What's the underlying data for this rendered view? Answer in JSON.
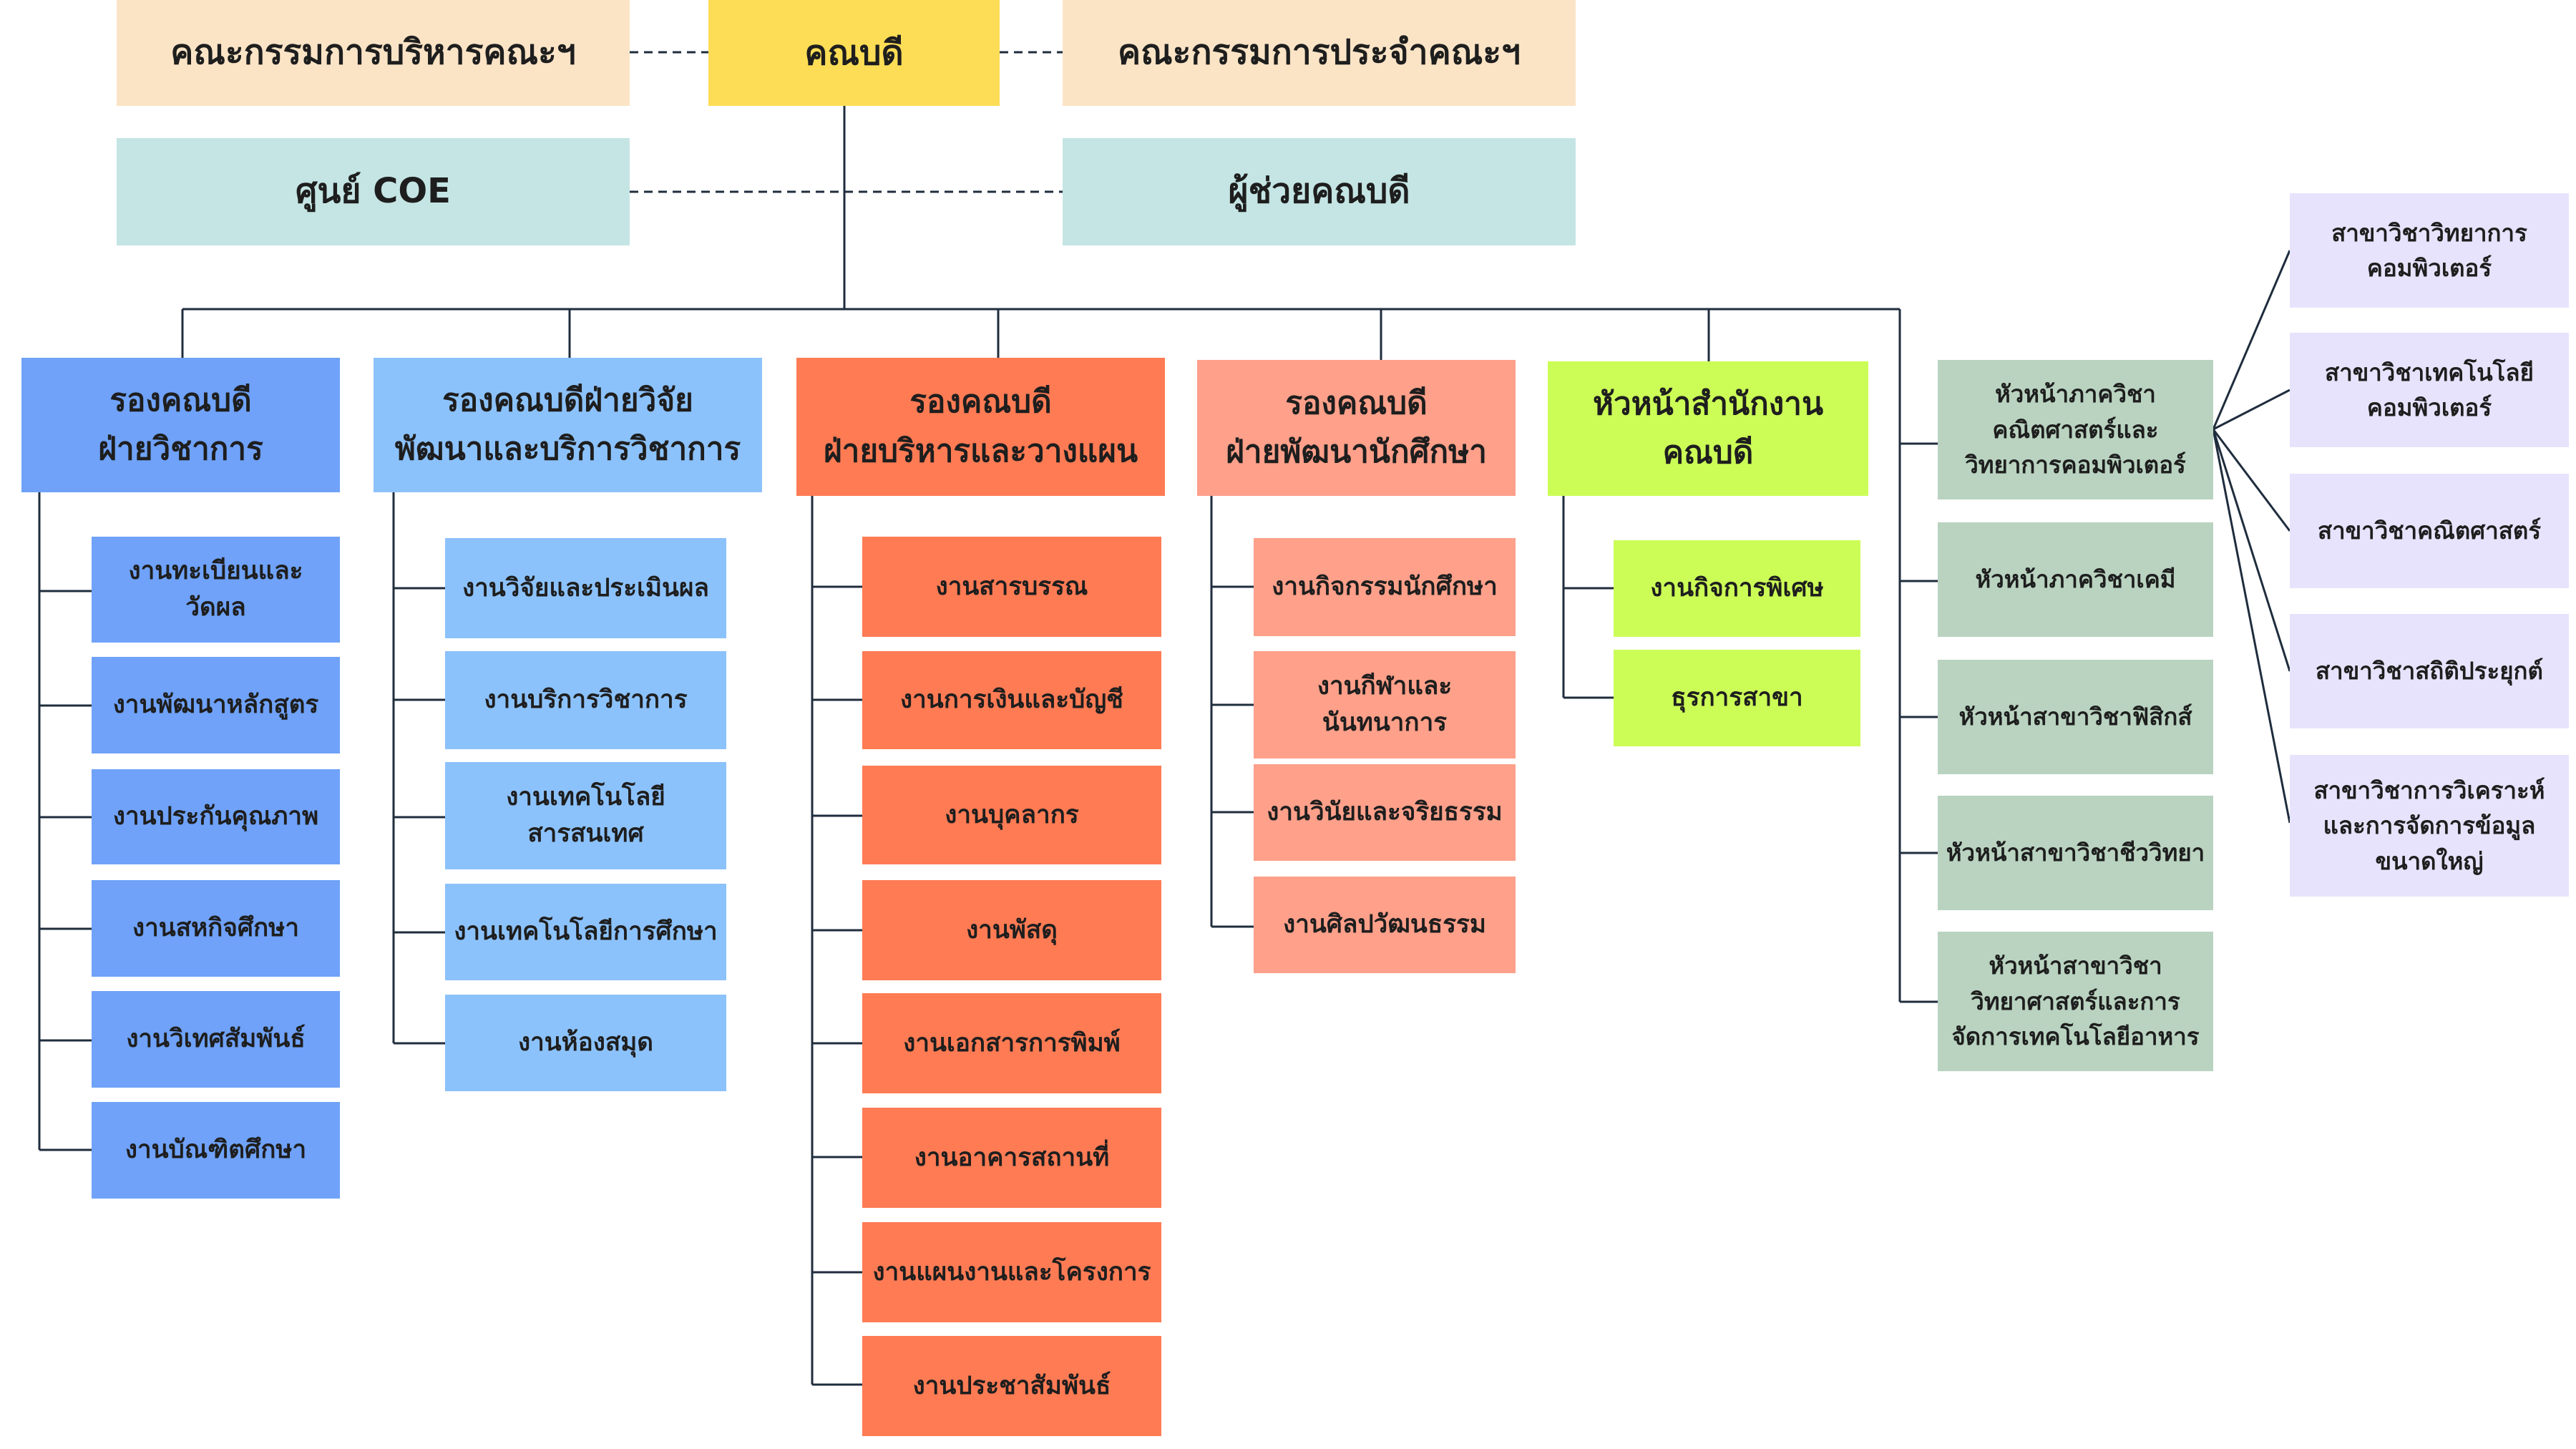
{
  "top": {
    "left_committee": "คณะกรรมการบริหารคณะฯ",
    "dean": "คณบดี",
    "right_committee": "คณะกรรมการประจำคณะฯ",
    "coe_center": "ศูนย์ COE",
    "assistant_dean": "ผู้ช่วยคณบดี"
  },
  "departments": [
    {
      "title": "รองคณบดี\nฝ่ายวิชาการ",
      "items": [
        "งานทะเบียนและ\nวัดผล",
        "งานพัฒนาหลักสูตร",
        "งานประกันคุณภาพ",
        "งานสหกิจศึกษา",
        "งานวิเทศสัมพันธ์",
        "งานบัณฑิตศึกษา"
      ]
    },
    {
      "title": "รองคณบดีฝ่ายวิจัย\nพัฒนาและบริการวิชาการ",
      "items": [
        "งานวิจัยและประเมินผล",
        "งานบริการวิชาการ",
        "งานเทคโนโลยี\nสารสนเทศ",
        "งานเทคโนโลยีการศึกษา",
        "งานห้องสมุด"
      ]
    },
    {
      "title": "รองคณบดี\nฝ่ายบริหารและวางแผน",
      "items": [
        "งานสารบรรณ",
        "งานการเงินและบัญชี",
        "งานบุคลากร",
        "งานพัสดุ",
        "งานเอกสารการพิมพ์",
        "งานอาคารสถานที่",
        "งานแผนงานและโครงการ",
        "งานประชาสัมพันธ์"
      ]
    },
    {
      "title": "รองคณบดี\nฝ่ายพัฒนานักศึกษา",
      "items": [
        "งานกิจกรรมนักศึกษา",
        "งานกีฬาและ\nนันทนาการ",
        "งานวินัยและจริยธรรม",
        "งานศิลปวัฒนธรรม"
      ]
    },
    {
      "title": "หัวหน้าสำนักงาน\nคณบดี",
      "items": [
        "งานกิจการพิเศษ",
        "ธุรการสาขา"
      ]
    }
  ],
  "department_heads": [
    "หัวหน้าภาควิชา\nคณิตศาสตร์และ\nวิทยาการคอมพิวเตอร์",
    "หัวหน้าภาควิชาเคมี",
    "หัวหน้าสาขาวิชาฟิสิกส์",
    "หัวหน้าสาขาวิชาชีววิทยา",
    "หัวหน้าสาขาวิชา\nวิทยาศาสตร์และการ\nจัดการเทคโนโลยีอาหาร"
  ],
  "programs": [
    "สาขาวิชาวิทยาการ\nคอมพิวเตอร์",
    "สาขาวิชาเทคโนโลยี\nคอมพิวเตอร์",
    "สาขาวิชาคณิตศาสตร์",
    "สาขาวิชาสถิติประยุกต์",
    "สาขาวิชาการวิเคราะห์\nและการจัดการข้อมูล\nขนาดใหญ่"
  ],
  "colors": {
    "committee": "#fbe4c6",
    "dean": "#fedd56",
    "coe_assistant": "#c4e5e3",
    "academic": "#6fa2f8",
    "research": "#8cc2fb",
    "admin_head": "#ff7b54",
    "student_head": "#fea08a",
    "office": "#ccfd57",
    "department_heads": "#b9d3c0",
    "programs": "#e7e3fc",
    "connector": "#1f2d3d"
  }
}
